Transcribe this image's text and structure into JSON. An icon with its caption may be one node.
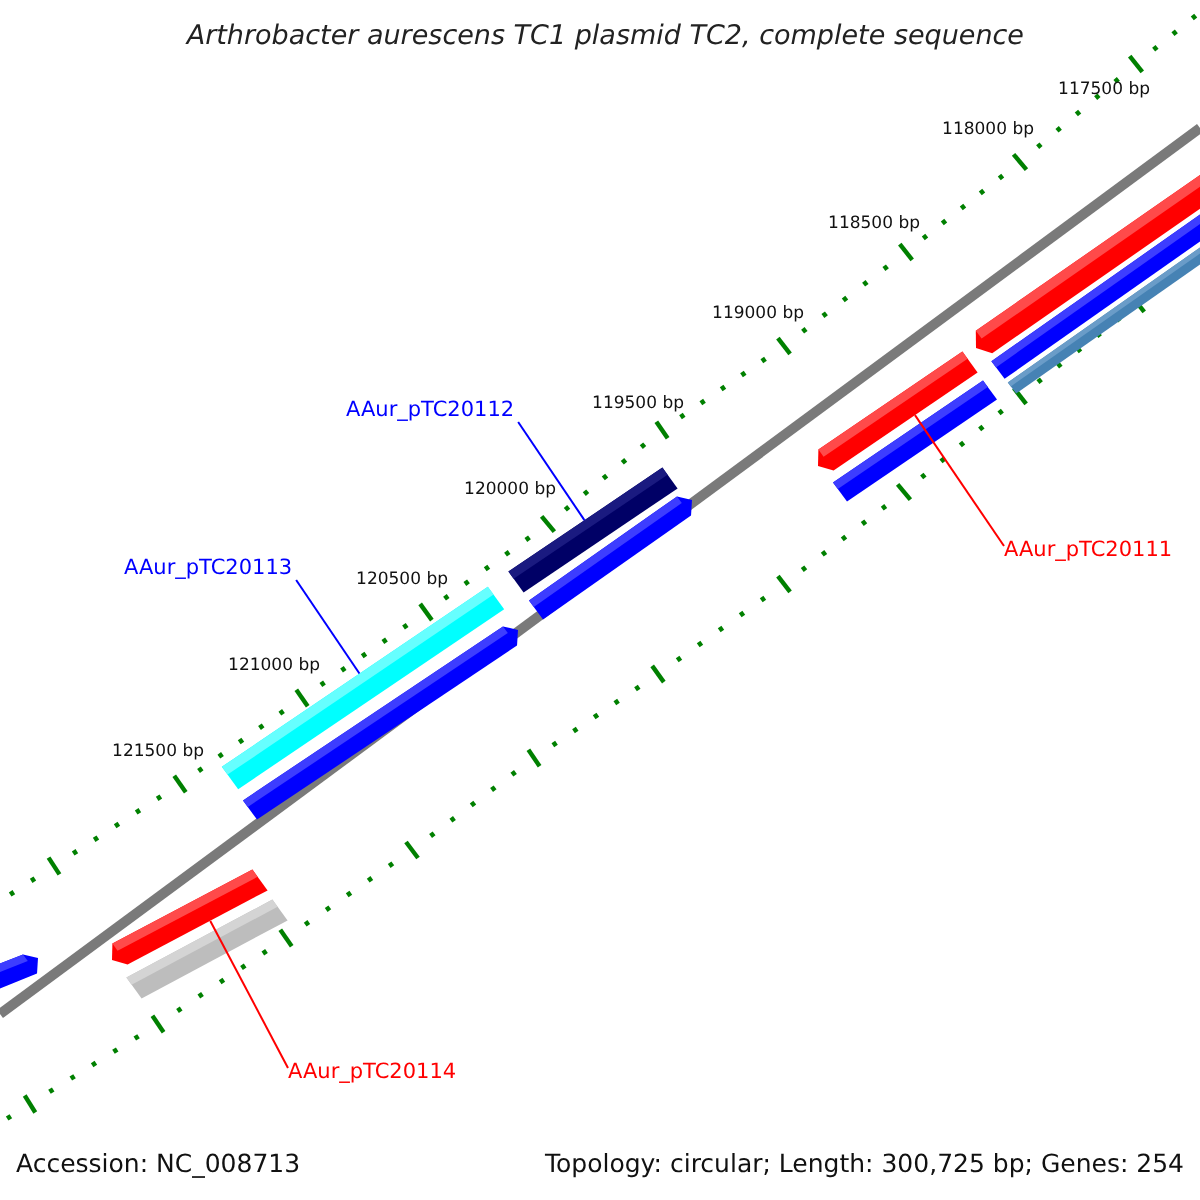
{
  "diagram": {
    "title": "Arthrobacter aurescens TC1 plasmid TC2, complete sequence",
    "nodes": [
      {
        "text": [
          "AAur_pTC20112"
        ]
      },
      {
        "text": [],
        "shape": "bar"
      },
      {
        "text": [
          "AAur_pTC20113"
        ]
      },
      {
        "text": [],
        "shape": "bar"
      },
      {
        "text": [
          "AAur_pTC20111"
        ]
      },
      {
        "text": [],
        "shape": "bar"
      },
      {
        "text": [
          "AAur_pTC20114"
        ]
      },
      {
        "text": [],
        "shape": "bar"
      }
    ],
    "edges": [
      {
        "from": 0,
        "to": 1,
        "arrow": "none",
        "color": "#0000ff"
      },
      {
        "from": 2,
        "to": 3,
        "arrow": "none",
        "color": "#0000ff"
      },
      {
        "from": 4,
        "to": 5,
        "arrow": "none",
        "color": "#ff0000"
      },
      {
        "from": 6,
        "to": 7,
        "arrow": "none",
        "color": "#ff0000"
      }
    ],
    "labels": [
      "117500 bp",
      "118000 bp",
      "118500 bp",
      "119000 bp",
      "119500 bp",
      "120000 bp",
      "120500 bp",
      "121000 bp",
      "121500 bp",
      "Accession: NC_008713",
      "Topology: circular; Length: 300,725 bp; Genes: 254"
    ]
  }
}
